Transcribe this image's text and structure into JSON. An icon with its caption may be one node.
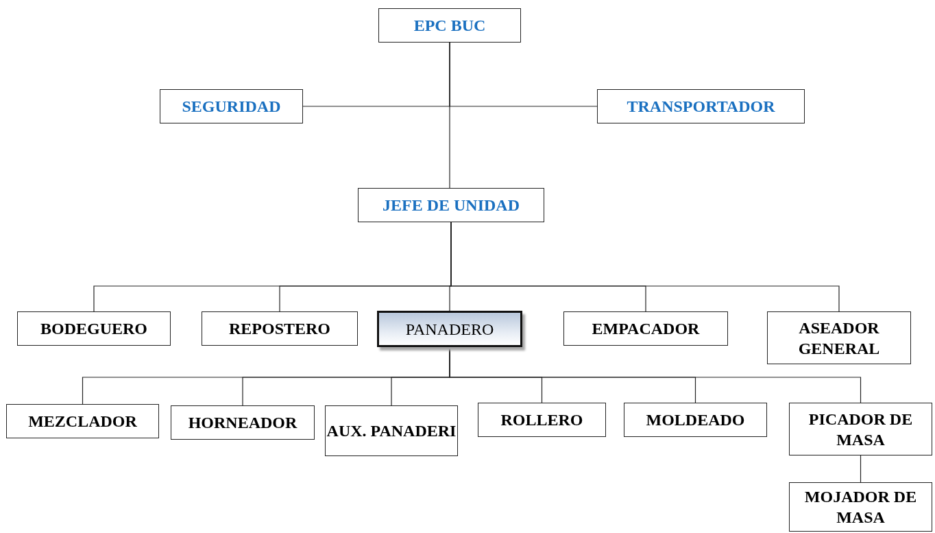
{
  "diagram": {
    "nodes": [
      {
        "text": [
          "EPC BUC"
        ]
      },
      {
        "text": [
          "SEGURIDAD"
        ]
      },
      {
        "text": [
          "TRANSPORTADOR"
        ]
      },
      {
        "text": [
          "JEFE DE UNIDAD"
        ]
      },
      {
        "text": [
          "BODEGUERO"
        ]
      },
      {
        "text": [
          "REPOSTERO"
        ]
      },
      {
        "text": [
          "PANADERO"
        ]
      },
      {
        "text": [
          "EMPACADOR"
        ]
      },
      {
        "text": [
          "ASEADOR GENERAL"
        ]
      },
      {
        "text": [
          "MEZCLADOR"
        ]
      },
      {
        "text": [
          "HORNEADOR"
        ]
      },
      {
        "text": [
          "AUX. PANADERI"
        ]
      },
      {
        "text": [
          "ROLLERO"
        ]
      },
      {
        "text": [
          "MOLDEADO"
        ]
      },
      {
        "text": [
          "PICADOR DE MASA"
        ]
      },
      {
        "text": [
          "MOJADOR DE MASA"
        ]
      }
    ],
    "edges": [
      {
        "from": 0,
        "to": 1,
        "arrow": "none"
      },
      {
        "from": 0,
        "to": 2,
        "arrow": "none"
      },
      {
        "from": 0,
        "to": 3,
        "arrow": "none"
      },
      {
        "from": 3,
        "to": 4,
        "arrow": "none"
      },
      {
        "from": 3,
        "to": 5,
        "arrow": "none"
      },
      {
        "from": 3,
        "to": 6,
        "arrow": "none"
      },
      {
        "from": 3,
        "to": 7,
        "arrow": "none"
      },
      {
        "from": 3,
        "to": 8,
        "arrow": "none"
      },
      {
        "from": 6,
        "to": 9,
        "arrow": "none"
      },
      {
        "from": 6,
        "to": 10,
        "arrow": "none"
      },
      {
        "from": 6,
        "to": 11,
        "arrow": "none"
      },
      {
        "from": 6,
        "to": 12,
        "arrow": "none"
      },
      {
        "from": 6,
        "to": 13,
        "arrow": "none"
      },
      {
        "from": 6,
        "to": 14,
        "arrow": "none"
      },
      {
        "from": 14,
        "to": 15,
        "arrow": "none"
      }
    ]
  }
}
